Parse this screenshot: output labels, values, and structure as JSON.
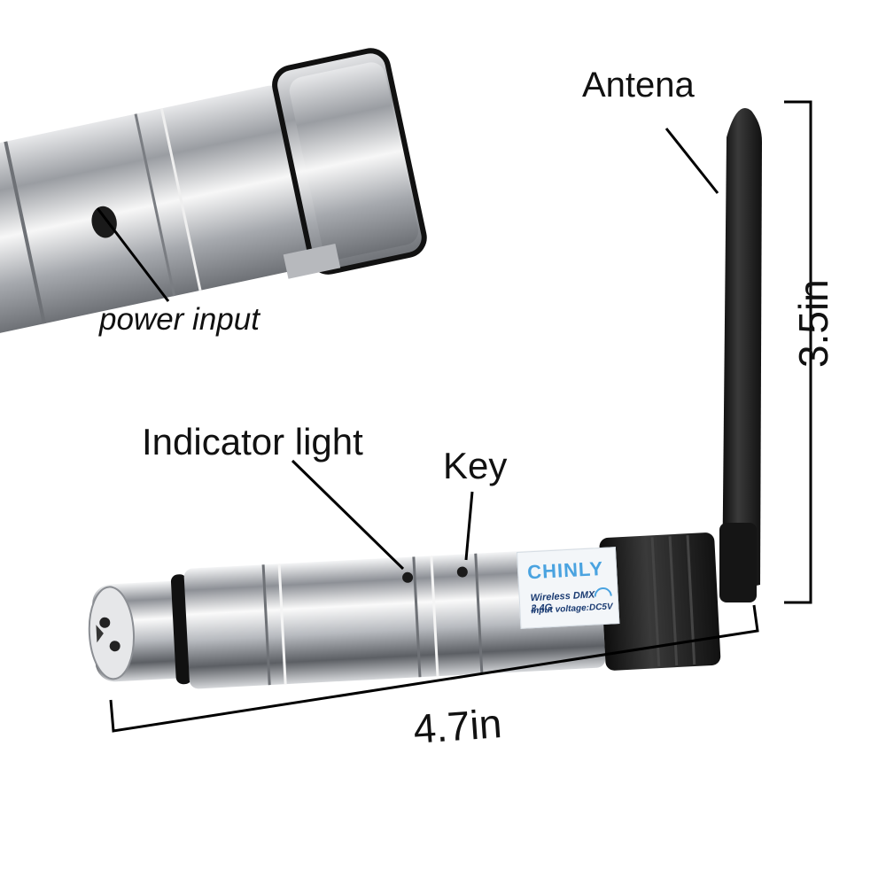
{
  "labels": {
    "antenna": "Antena",
    "power_input": "power input",
    "indicator_light": "Indicator light",
    "key": "Key",
    "height": "3.5in",
    "width": "4.7in"
  },
  "product_label": {
    "brand": "CHINLY",
    "line1": "Wireless DMX 2.4G",
    "line2": "Input voltage:DC5V"
  },
  "colors": {
    "metal": "#c9ccd0",
    "antenna": "#1d1d1d",
    "brand_blue": "#4aa3e0",
    "label_text": "#1a3b72"
  }
}
